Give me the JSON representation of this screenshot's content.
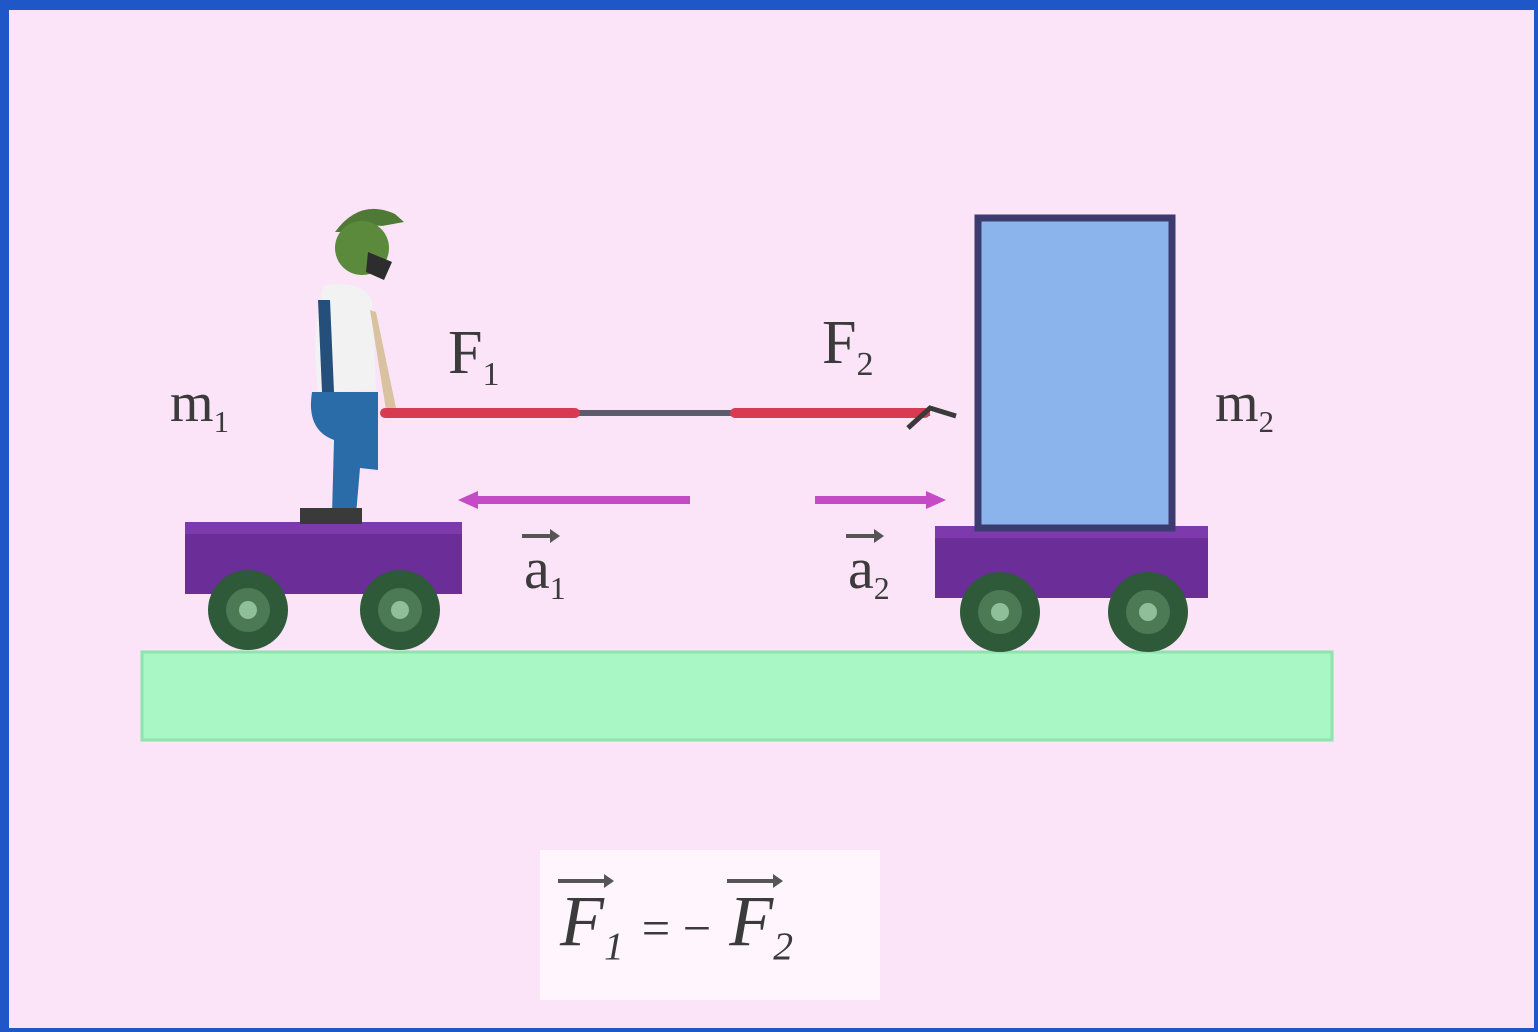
{
  "diagram": {
    "mass_left": {
      "symbol": "m",
      "index": "1"
    },
    "mass_right": {
      "symbol": "m",
      "index": "2"
    },
    "force_left": {
      "symbol": "F",
      "index": "1"
    },
    "force_right": {
      "symbol": "F",
      "index": "2"
    },
    "accel_left": {
      "symbol": "a",
      "index": "1"
    },
    "accel_right": {
      "symbol": "a",
      "index": "2"
    },
    "equation": {
      "lhs_symbol": "F",
      "lhs_index": "1",
      "operator": "= −",
      "rhs_symbol": "F",
      "rhs_index": "2"
    }
  },
  "colors": {
    "frame": "#1f56c8",
    "background": "#fbe3f8",
    "cart": "#6b2d98",
    "wheel": "#2f5a3a",
    "ground": "#a9f7c4",
    "box": "#8bb4ec",
    "rope": "#d83a52",
    "accel_arrow": "#c44ac6"
  }
}
